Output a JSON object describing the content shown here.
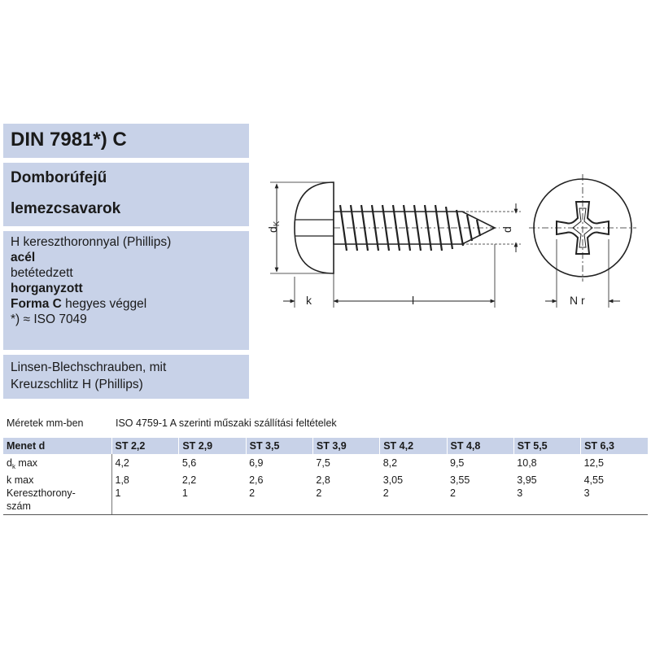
{
  "title": "DIN 7981*) C",
  "name_lines": [
    "Domborúfejű",
    "lemezcsavarok"
  ],
  "description": {
    "line1": "H kereszthoronnyal (Phillips)",
    "line2": "acél",
    "line3": "betétedzett",
    "line4": "horganyzott",
    "line5_bold": "Forma C",
    "line5_rest": " hegyes véggel",
    "line6": "*) ≈ ISO 7049"
  },
  "german_lines": [
    "Linsen-Blechschrauben, mit",
    "Kreuzschlitz H (Phillips)"
  ],
  "drawing": {
    "label_dk": "d",
    "label_dk_sub": "K",
    "label_d": "d",
    "label_k": "k",
    "label_l": "l",
    "label_nr": "N r"
  },
  "info": {
    "units": "Méretek mm-ben",
    "standard": "ISO 4759-1 A szerinti műszaki szállítási feltételek"
  },
  "table": {
    "header_label": "Menet d",
    "sizes": [
      "ST 2,2",
      "ST 2,9",
      "ST 3,5",
      "ST 3,9",
      "ST 4,2",
      "ST 4,8",
      "ST 5,5",
      "ST 6,3"
    ],
    "rows": [
      {
        "label_main": "d",
        "label_sub": "k",
        "label_rest": " max",
        "values": [
          "4,2",
          "5,6",
          "6,9",
          "7,5",
          "8,2",
          "9,5",
          "10,8",
          "12,5"
        ]
      },
      {
        "label_main": "k max",
        "label_sub": "",
        "label_rest": "",
        "values": [
          "1,8",
          "2,2",
          "2,6",
          "2,8",
          "3,05",
          "3,55",
          "3,95",
          "4,55"
        ]
      },
      {
        "label_main": "Kereszthorony-",
        "label_line2": "szám",
        "values": [
          "1",
          "1",
          "2",
          "2",
          "2",
          "2",
          "3",
          "3"
        ]
      }
    ]
  }
}
